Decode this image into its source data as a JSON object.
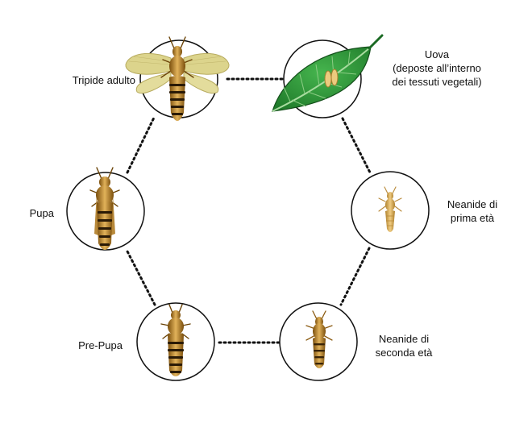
{
  "diagram": {
    "stages": [
      {
        "id": "adult",
        "label_lines": [
          "Tripide adulto"
        ]
      },
      {
        "id": "eggs",
        "label_lines": [
          "Uova",
          "(deposte all’interno",
          "dei tessuti vegetali)"
        ]
      },
      {
        "id": "larva1",
        "label_lines": [
          "Neanide di",
          "prima età"
        ]
      },
      {
        "id": "larva2",
        "label_lines": [
          "Neanide di",
          "seconda età"
        ]
      },
      {
        "id": "prepupa",
        "label_lines": [
          "Pre-Pupa"
        ]
      },
      {
        "id": "pupa",
        "label_lines": [
          "Pupa"
        ]
      }
    ],
    "colors": {
      "body_dark": "#8a5a10",
      "body_light": "#d8a84a",
      "band": "#2a1a06",
      "wing": "#d9d08a",
      "leaf": "#2e9e3a",
      "leaf_dark": "#1b6a24",
      "egg": "#e8c77a"
    }
  }
}
